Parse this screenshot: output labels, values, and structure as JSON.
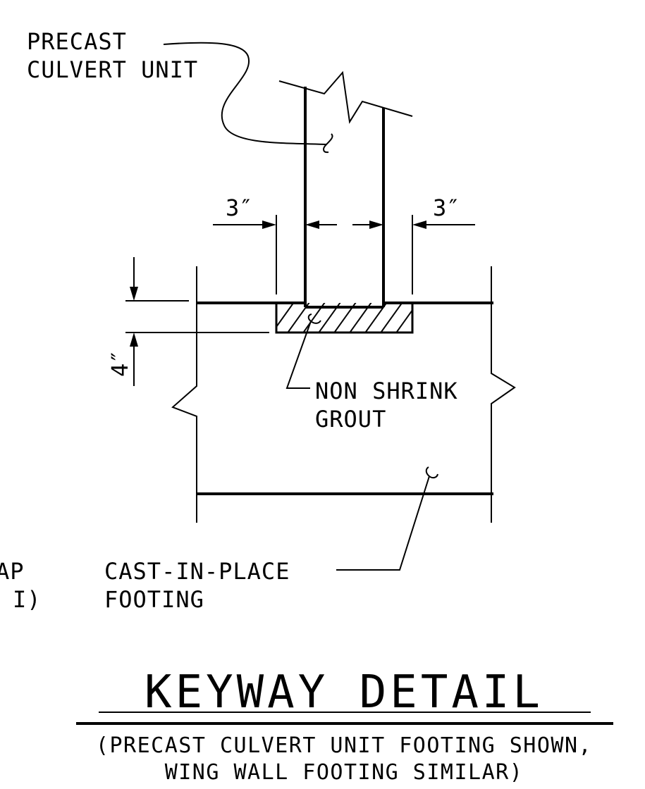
{
  "drawing": {
    "labels": {
      "precast_line1": "PRECAST",
      "precast_line2": "CULVERT UNIT",
      "grout_line1": "NON SHRINK",
      "grout_line2": "GROUT",
      "footing_line1": "CAST-IN-PLACE",
      "footing_line2": "FOOTING",
      "cut_off_line1": "AP",
      "cut_off_line2": "I)"
    },
    "dimensions": {
      "left_gap": "3″",
      "right_gap": "3″",
      "grout_depth": "4″"
    },
    "title": "KEYWAY DETAIL",
    "subtitle_line1": "(PRECAST CULVERT UNIT FOOTING SHOWN,",
    "subtitle_line2": "WING WALL FOOTING SIMILAR)"
  },
  "colors": {
    "line": "#000000",
    "background": "#ffffff"
  }
}
